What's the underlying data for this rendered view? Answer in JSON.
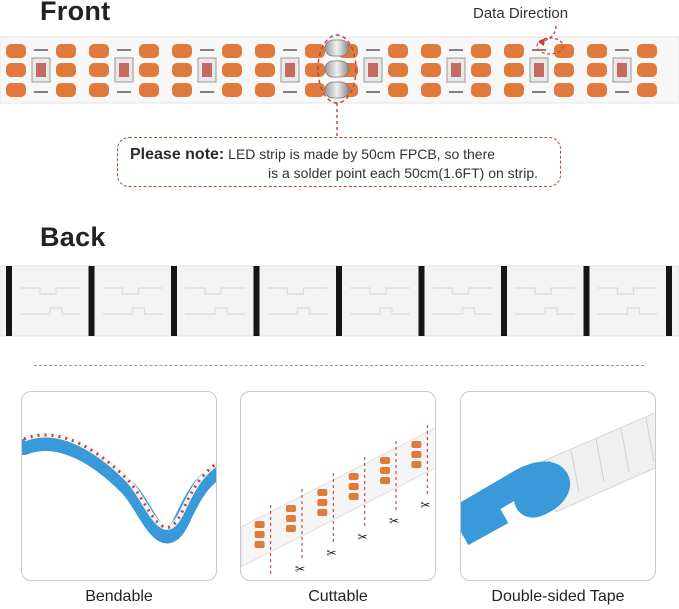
{
  "front": {
    "title": "Front",
    "data_direction_label": "Data Direction"
  },
  "note": {
    "label": "Please note:",
    "line1": "LED strip is made by 50cm FPCB, so there",
    "line2": "is a solder point each 50cm(1.6FT) on strip."
  },
  "back": {
    "title": "Back"
  },
  "features": [
    {
      "label": "Bendable",
      "icon": "bendable-strip-photo"
    },
    {
      "label": "Cuttable",
      "icon": "cuttable-strip-photo"
    },
    {
      "label": "Double-sided Tape",
      "icon": "double-sided-tape-photo"
    }
  ],
  "colors": {
    "pad": "#e07a3c",
    "led": "#c46a60",
    "accent": "#c0443a",
    "tape_blue": "#3a9ad9"
  }
}
